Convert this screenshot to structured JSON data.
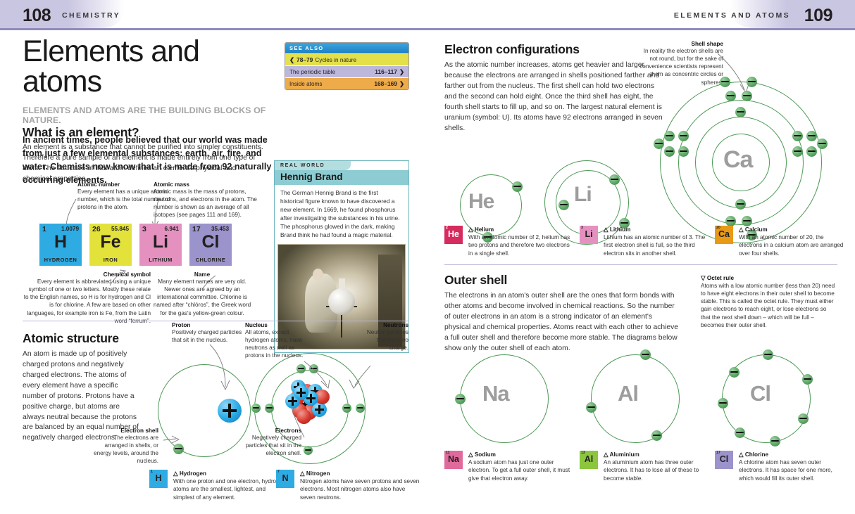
{
  "header": {
    "left_folio": "108",
    "left_runhead": "CHEMISTRY",
    "right_runhead": "ELEMENTS AND ATOMS",
    "right_folio": "109"
  },
  "title_block": {
    "title": "Elements and atoms",
    "deck": "ELEMENTS AND ATOMS ARE THE BUILDING BLOCKS OF NATURE.",
    "intro": "In ancient times, people believed that our world was made from just a few elemental substances: earth, air, fire, and water. Chemists now know that it is made from 92 naturally occurring elements."
  },
  "see_also": {
    "heading": "SEE ALSO",
    "rows": [
      {
        "arrow": "❮",
        "pages": "78–79",
        "label": "Cycles in nature",
        "style": "y"
      },
      {
        "label": "The periodic table",
        "pages": "116–117",
        "arrow": "❯",
        "style": "p"
      },
      {
        "label": "Inside atoms",
        "pages": "168–169",
        "arrow": "❯",
        "style": "o"
      }
    ]
  },
  "what_is_element": {
    "heading": "What is an element?",
    "body": "An element is a substance that cannot be purified into simpler constituents. Therefore a pure sample of an element is made entirely from one type of atom. The structure of that atom defines an element's physical and chemical properties."
  },
  "tile_callouts": {
    "atomic_number": {
      "title": "Atomic number",
      "text": "Every element has a unique atomic number, which is the total number of protons in the atom."
    },
    "atomic_mass": {
      "title": "Atomic mass",
      "text": "Atomic mass is the mass of protons, neutrons, and electrons in the atom. The number is shown as an average of all isotopes (see pages 111 and 169)."
    },
    "chemical_symbol": {
      "title": "Chemical symbol",
      "text": "Every element is abbreviated using a unique symbol of one or two letters. Mostly these relate to the English names, so H is for hydrogen and Cl is for chlorine. A few are based on other languages, for example iron is Fe, from the Latin word “ferrum”."
    },
    "name": {
      "title": "Name",
      "text": "Many element names are very old. Newer ones are agreed by an international committee. Chlorine is named after “chlóros”, the Greek word for the gas's yellow-green colour."
    }
  },
  "element_tiles": [
    {
      "number": "1",
      "mass": "1.0079",
      "symbol": "H",
      "name": "HYDROGEN",
      "bg": "#2eabe2",
      "fg": "#111111"
    },
    {
      "number": "26",
      "mass": "55.845",
      "symbol": "Fe",
      "name": "IRON",
      "bg": "#e3e23a",
      "fg": "#111111"
    },
    {
      "number": "3",
      "mass": "6.941",
      "symbol": "Li",
      "name": "LITHIUM",
      "bg": "#e491c0",
      "fg": "#111111"
    },
    {
      "number": "17",
      "mass": "35.453",
      "symbol": "Cl",
      "name": "CHLORINE",
      "bg": "#9b93cb",
      "fg": "#111111"
    }
  ],
  "real_world": {
    "tag": "REAL WORLD",
    "title": "Hennig Brand",
    "body": "The German Hennig Brand is the first historical figure known to have discovered a new element. In 1669, he found phosphorus after investigating the substances in his urine. The phosphorus glowed in the dark, making Brand think he had found a magic material."
  },
  "atomic_structure": {
    "heading": "Atomic structure",
    "body": "An atom is made up of positively charged protons and negatively charged electrons. The atoms of every element have a specific number of protons. Protons have a positive charge, but atoms are always neutral because the protons are balanced by an equal number of negatively charged electrons.",
    "callouts": {
      "proton": {
        "title": "Proton",
        "text": "Positively charged particles that sit in the nucleus."
      },
      "electron_shell": {
        "title": "Electron shell",
        "text": "The electrons are arranged in shells, or energy levels, around the nucleus."
      },
      "nucleus": {
        "title": "Nucleus",
        "text": "All atoms, except hydrogen atoms, have neutrons as well as protons in the nucleus."
      },
      "neutrons": {
        "title": "Neutrons",
        "text": "Neutral particles that have no charge."
      },
      "electrons": {
        "title": "Electrons",
        "text": "Negatively charged particles that sit in the electron shell."
      }
    },
    "captions": [
      {
        "marker": "△",
        "name": "Hydrogen",
        "text": "With one proton and one electron, hydrogen atoms are the smallest, lightest, and simplest of any element.",
        "tile": {
          "number": "1",
          "symbol": "H",
          "bg": "#2eabe2",
          "fg": "#111111"
        }
      },
      {
        "marker": "△",
        "name": "Nitrogen",
        "text": "Nitrogen atoms have seven protons and seven electrons. Most nitrogen atoms also have seven neutrons.",
        "tile": {
          "number": "7",
          "symbol": "N",
          "bg": "#2eabe2",
          "fg": "#111111"
        }
      }
    ]
  },
  "electron_configurations": {
    "heading": "Electron configurations",
    "body": "As the atomic number increases, atoms get heavier and larger, because the electrons are arranged in shells positioned farther and farther out from the nucleus. The first shell can hold two electrons and the second can hold eight. Once the third shell has eight, the fourth shell starts to fill up, and so on. The largest natural element is uranium (symbol: U). Its atoms have 92 electrons arranged in seven shells.",
    "shell_shape": {
      "title": "Shell shape",
      "text": "In reality the electron shells are not round, but for the sake of convenience scientists represent them as concentric circles or spheres."
    },
    "diagrams": [
      {
        "symbol": "He",
        "shells": [
          2
        ]
      },
      {
        "symbol": "Li",
        "shells": [
          2,
          1
        ]
      },
      {
        "symbol": "Ca",
        "shells": [
          2,
          8,
          8,
          2
        ]
      }
    ],
    "captions": [
      {
        "marker": "△",
        "name": "Helium",
        "text": "With an atomic number of 2, helium has two protons and therefore two electrons in a single shell.",
        "tile": {
          "number": "2",
          "symbol": "He",
          "bg": "#d62b5e",
          "fg": "#ffffff"
        }
      },
      {
        "marker": "△",
        "name": "Lithium",
        "text": "Lithium has an atomic number of 3. The first electron shell is full, so the third electron sits in another shell.",
        "tile": {
          "number": "3",
          "symbol": "Li",
          "bg": "#e491c0",
          "fg": "#111111"
        }
      },
      {
        "marker": "△",
        "name": "Calcium",
        "text": "With an atomic number of 20, the electrons in a calcium atom are arranged over four shells.",
        "tile": {
          "number": "20",
          "symbol": "Ca",
          "bg": "#e89a17",
          "fg": "#111111"
        }
      }
    ]
  },
  "outer_shell": {
    "heading": "Outer shell",
    "body": "The electrons in an atom's outer shell are the ones that form bonds with other atoms and become involved in chemical reactions. So the number of outer electrons in an atom is a strong indicator of an element's physical and chemical properties. Atoms react with each other to achieve a full outer shell and therefore become more stable. The diagrams below show only the outer shell of each atom.",
    "octet_rule": {
      "marker": "▽",
      "title": "Octet rule",
      "text": "Atoms with a low atomic number (less than 20) need to have eight electrons in their outer shell to become stable. This is called the octet rule. They must either gain electrons to reach eight, or lose electrons so that the next shell down – which will be full – becomes their outer shell."
    },
    "diagrams": [
      {
        "symbol": "Na",
        "outer_electrons": 1
      },
      {
        "symbol": "Al",
        "outer_electrons": 3
      },
      {
        "symbol": "Cl",
        "outer_electrons": 7
      }
    ],
    "captions": [
      {
        "marker": "△",
        "name": "Sodium",
        "text": "A sodium atom has just one outer electron. To get a full outer shell, it must give that electron away.",
        "tile": {
          "number": "11",
          "symbol": "Na",
          "bg": "#e06a9c",
          "fg": "#111111"
        }
      },
      {
        "marker": "△",
        "name": "Aluminium",
        "text": "An aluminium atom has three outer electrons. It has to lose all of these to become stable.",
        "tile": {
          "number": "13",
          "symbol": "Al",
          "bg": "#8cc63e",
          "fg": "#111111"
        }
      },
      {
        "marker": "△",
        "name": "Chlorine",
        "text": "A chlorine atom has seven outer electrons. It has space for one more, which would fill its outer shell.",
        "tile": {
          "number": "17",
          "symbol": "Cl",
          "bg": "#9b93cb",
          "fg": "#111111"
        }
      }
    ]
  },
  "colors": {
    "header_tab": "#c9c6e2",
    "header_rule": "#8f8bbd",
    "electron_green": "#4d9a56",
    "proton_blue": "#29a9e5",
    "neutron_red": "#d8372c"
  }
}
